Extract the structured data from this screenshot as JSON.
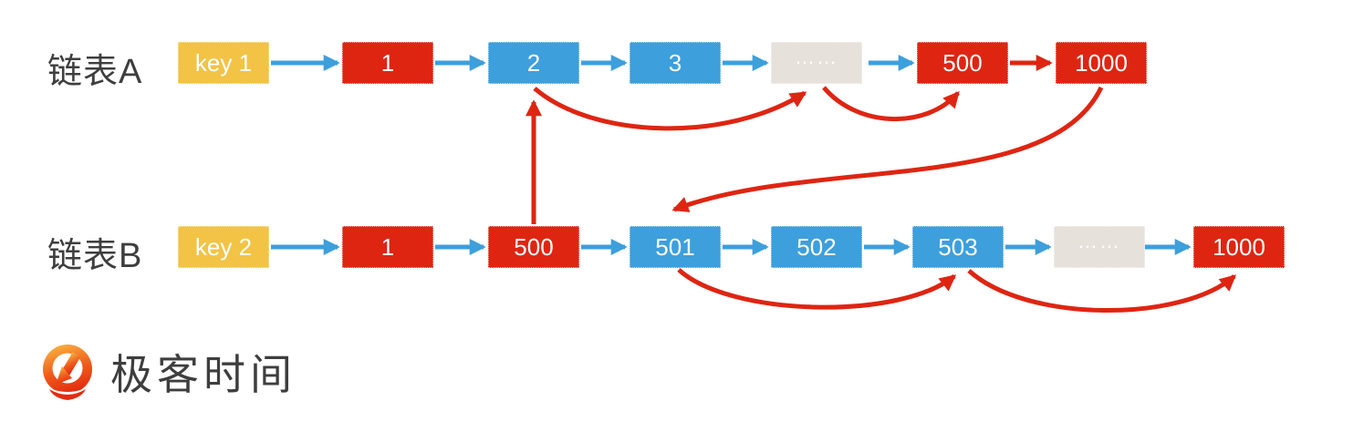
{
  "colors": {
    "blue": "#3D9FDB",
    "red": "#DE2512",
    "yellow": "#F2C344",
    "gray_box": "#E7E1DB",
    "label_text": "#3E3E3E",
    "node_text": "#FFFFFF",
    "logo_gradient_top": "#F9B23F",
    "logo_gradient_bottom": "#E42B10"
  },
  "rows": [
    {
      "label": "链表A",
      "nodes": [
        {
          "label": "key 1",
          "color": "yellow"
        },
        {
          "label": "1",
          "color": "red"
        },
        {
          "label": "2",
          "color": "blue"
        },
        {
          "label": "3",
          "color": "blue"
        },
        {
          "label": "……",
          "color": "gray"
        },
        {
          "label": "500",
          "color": "red"
        },
        {
          "label": "1000",
          "color": "red"
        }
      ]
    },
    {
      "label": "链表B",
      "nodes": [
        {
          "label": "key 2",
          "color": "yellow"
        },
        {
          "label": "1",
          "color": "red"
        },
        {
          "label": "500",
          "color": "red"
        },
        {
          "label": "501",
          "color": "blue"
        },
        {
          "label": "502",
          "color": "blue"
        },
        {
          "label": "503",
          "color": "blue"
        },
        {
          "label": "……",
          "color": "gray"
        },
        {
          "label": "1000",
          "color": "red"
        }
      ]
    }
  ],
  "links": {
    "blue_sequential": [
      {
        "from": "A.key 1",
        "to": "A.1"
      },
      {
        "from": "A.1",
        "to": "A.2"
      },
      {
        "from": "A.2",
        "to": "A.3"
      },
      {
        "from": "A.3",
        "to": "A.……"
      },
      {
        "from": "A.……",
        "to": "A.500"
      },
      {
        "from": "B.key 2",
        "to": "B.1"
      },
      {
        "from": "B.1",
        "to": "B.500"
      },
      {
        "from": "B.500",
        "to": "B.501"
      },
      {
        "from": "B.501",
        "to": "B.502"
      },
      {
        "from": "B.502",
        "to": "B.503"
      },
      {
        "from": "B.503",
        "to": "B.……"
      },
      {
        "from": "B.……",
        "to": "B.1000"
      }
    ],
    "red_jumps": [
      {
        "from": "A.500",
        "to": "A.1000",
        "shape": "straight-right"
      },
      {
        "from": "B.500",
        "to": "A.2",
        "shape": "straight-up"
      },
      {
        "from": "A.2",
        "to": "A.……",
        "shape": "curve-below"
      },
      {
        "from": "A.……",
        "to": "A.500",
        "shape": "curve-below"
      },
      {
        "from": "A.1000",
        "to": "B.501",
        "shape": "curve-cross-rows"
      },
      {
        "from": "B.501",
        "to": "B.503",
        "shape": "curve-below"
      },
      {
        "from": "B.503",
        "to": "B.1000",
        "shape": "curve-below"
      }
    ]
  },
  "logo": {
    "text": "极客时间"
  }
}
